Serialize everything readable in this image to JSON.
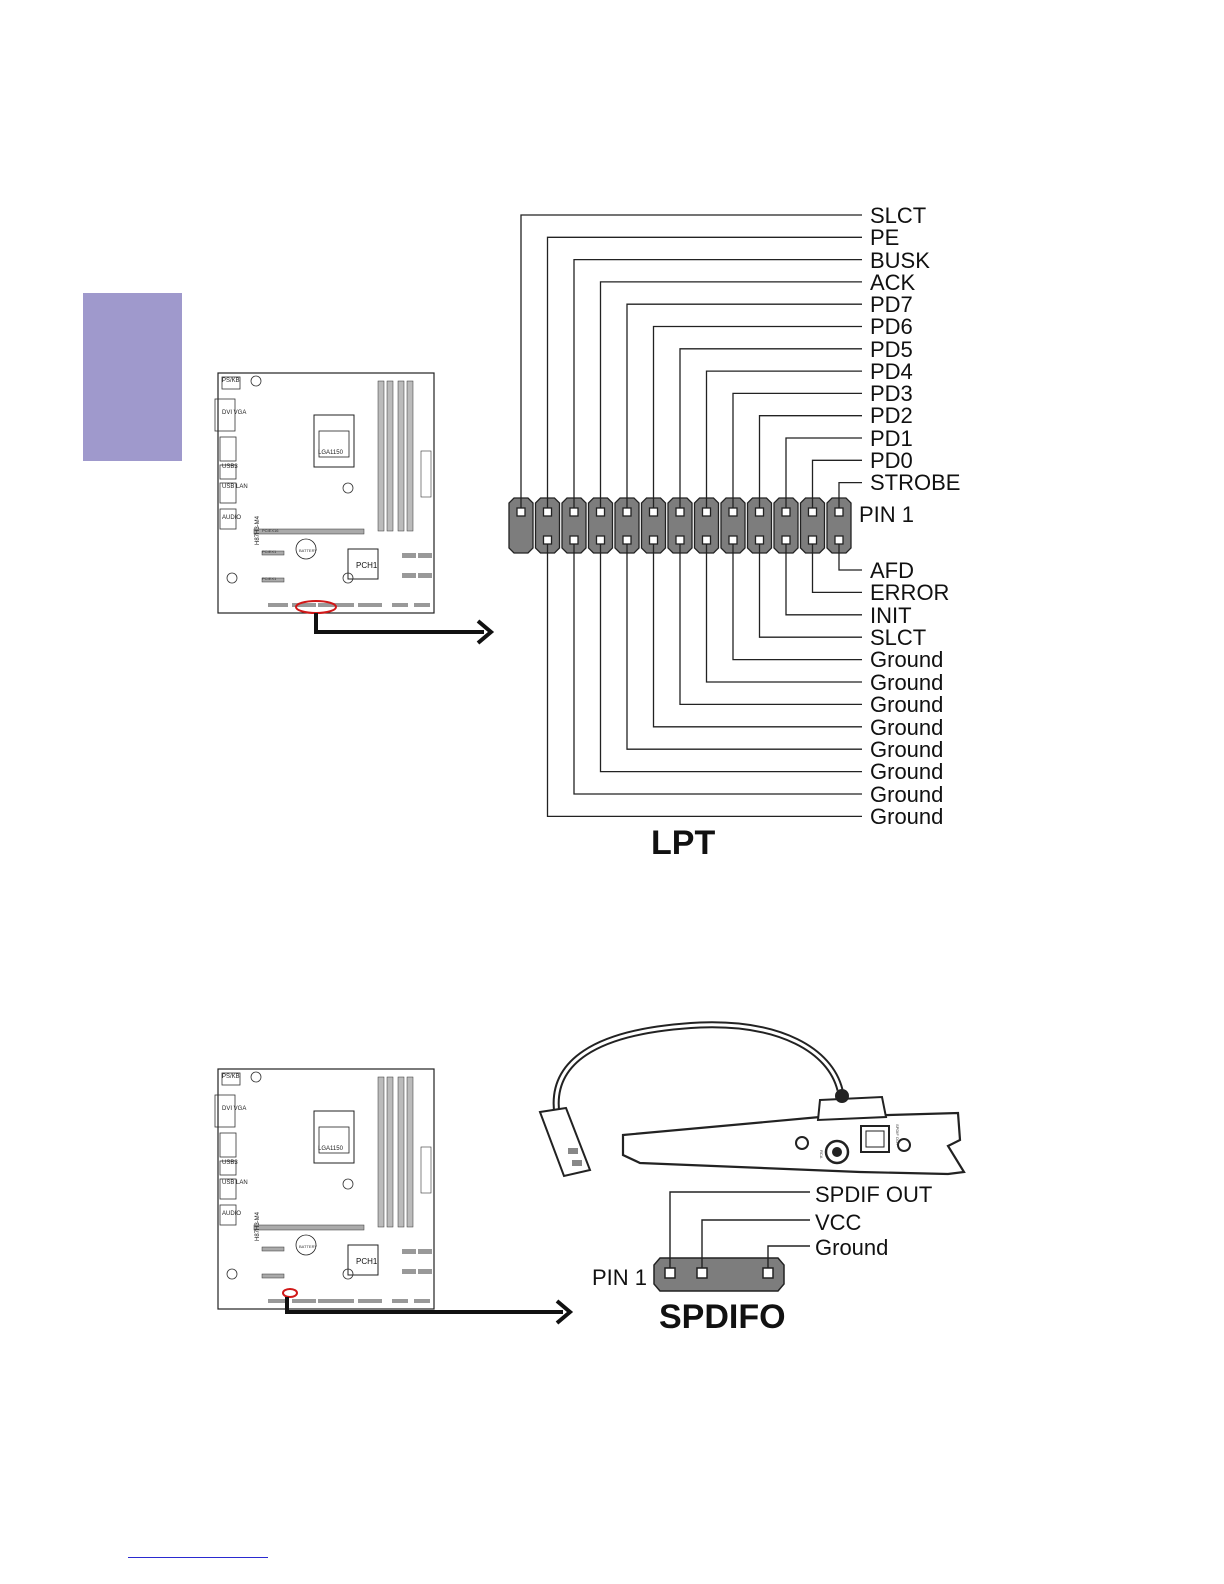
{
  "colors": {
    "side_tab": "#9f99cc",
    "connector": "#7d7d7d",
    "highlight": "#d01818",
    "footer_rule": "#2a2ad0"
  },
  "lpt": {
    "title": "LPT",
    "pin1_label": "PIN 1",
    "top_pins": [
      "SLCT",
      "PE",
      "BUSK",
      "ACK",
      "PD7",
      "PD6",
      "PD5",
      "PD4",
      "PD3",
      "PD2",
      "PD1",
      "PD0",
      "STROBE"
    ],
    "bottom_pins": [
      "AFD",
      "ERROR",
      "INIT",
      "SLCT",
      "Ground",
      "Ground",
      "Ground",
      "Ground",
      "Ground",
      "Ground",
      "Ground",
      "Ground"
    ]
  },
  "spdifo": {
    "title": "SPDIFO",
    "pin1_label": "PIN 1",
    "pins": [
      "SPDIF OUT",
      "VCC",
      "Ground"
    ],
    "bracket_labels": {
      "rca": "RCA",
      "optical": "SPDIF OUT"
    }
  },
  "motherboard": {
    "model": "H87H3-M4",
    "chipset": "PCH1",
    "socket": "LGA1150",
    "battery": "BATTERY",
    "ports": [
      "PS/KB",
      "DVI VGA",
      "USB3",
      "USB LAN",
      "AUDIO"
    ],
    "slots": [
      "PCIEX16",
      "PCIEX1",
      "PCIEX1"
    ]
  }
}
